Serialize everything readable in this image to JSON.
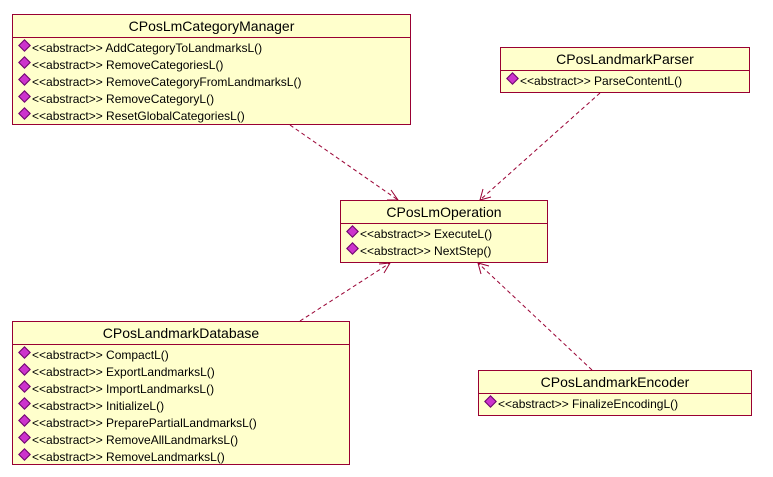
{
  "classes": {
    "category_manager": {
      "name": "CPosLmCategoryManager",
      "operations": [
        "<<abstract>> AddCategoryToLandmarksL()",
        "<<abstract>> RemoveCategoriesL()",
        "<<abstract>> RemoveCategoryFromLandmarksL()",
        "<<abstract>> RemoveCategoryL()",
        "<<abstract>> ResetGlobalCategoriesL()"
      ]
    },
    "landmark_parser": {
      "name": "CPosLandmarkParser",
      "operations": [
        "<<abstract>> ParseContentL()"
      ]
    },
    "lm_operation": {
      "name": "CPosLmOperation",
      "operations": [
        "<<abstract>> ExecuteL()",
        "<<abstract>> NextStep()"
      ]
    },
    "landmark_database": {
      "name": "CPosLandmarkDatabase",
      "operations": [
        "<<abstract>> CompactL()",
        "<<abstract>> ExportLandmarksL()",
        "<<abstract>> ImportLandmarksL()",
        "<<abstract>> InitializeL()",
        "<<abstract>> PreparePartialLandmarksL()",
        "<<abstract>> RemoveAllLandmarksL()",
        "<<abstract>> RemoveLandmarksL()"
      ]
    },
    "landmark_encoder": {
      "name": "CPosLandmarkEncoder",
      "operations": [
        "<<abstract>> FinalizeEncodingL()"
      ]
    }
  },
  "colors": {
    "box_fill": "#ffffcc",
    "box_border": "#990033",
    "dependency_line": "#990033",
    "operation_icon": "#cc33cc"
  },
  "relationships": [
    {
      "from": "category_manager",
      "to": "lm_operation",
      "style": "dashed-dependency"
    },
    {
      "from": "landmark_parser",
      "to": "lm_operation",
      "style": "dashed-dependency"
    },
    {
      "from": "landmark_database",
      "to": "lm_operation",
      "style": "dashed-dependency"
    },
    {
      "from": "landmark_encoder",
      "to": "lm_operation",
      "style": "dashed-dependency"
    }
  ]
}
